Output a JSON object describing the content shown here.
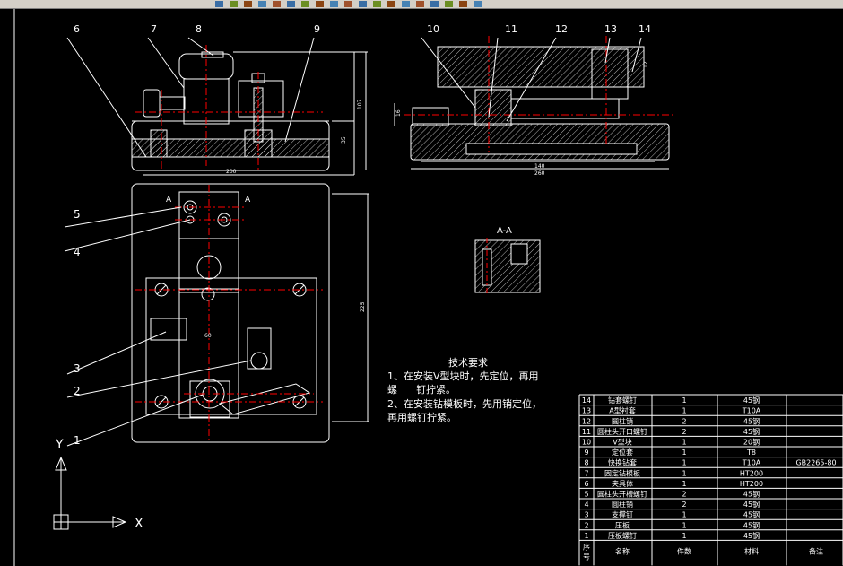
{
  "toolbar": {
    "icons": [
      "open-icon",
      "save-icon",
      "print-icon",
      "preview-icon",
      "cut-icon",
      "copy-icon",
      "paste-icon",
      "undo-icon",
      "redo-icon",
      "pan-icon",
      "zoom-icon",
      "zoom-window-icon",
      "text-style-icon",
      "layer-icon",
      "properties-icon",
      "table-icon",
      "color-icon",
      "linetype-icon",
      "lineweight-icon"
    ]
  },
  "callouts": [
    "1",
    "2",
    "3",
    "4",
    "5",
    "6",
    "7",
    "8",
    "9",
    "10",
    "11",
    "12",
    "13",
    "14"
  ],
  "dimensions": {
    "d1": "200",
    "d2": "140",
    "d3": "260",
    "d4": "107",
    "d5": "35",
    "d6": "225",
    "d7": "16",
    "d8": "60",
    "d9": "12"
  },
  "section_labels": {
    "a_left": "A",
    "a_right": "A",
    "section": "A-A"
  },
  "axis": {
    "x": "X",
    "y": "Y"
  },
  "tech": {
    "title": "技术要求",
    "line1": "1、在安装V型块时，先定位，再用",
    "line2": "螺      钉拧紧。",
    "line3": "2、在安装钻模板时，先用销定位，",
    "line4": "再用螺钉拧紧。"
  },
  "bom": {
    "headers": {
      "no": "序号",
      "name": "名称",
      "qty": "件数",
      "material": "材料",
      "remark": "备注"
    },
    "rows": [
      {
        "no": "14",
        "name": "钻套螺钉",
        "qty": "1",
        "material": "45钢",
        "remark": ""
      },
      {
        "no": "13",
        "name": "A型衬套",
        "qty": "1",
        "material": "T10A",
        "remark": ""
      },
      {
        "no": "12",
        "name": "圆柱销",
        "qty": "2",
        "material": "45钢",
        "remark": ""
      },
      {
        "no": "11",
        "name": "圆柱头开口螺钉",
        "qty": "2",
        "material": "45钢",
        "remark": ""
      },
      {
        "no": "10",
        "name": "V型块",
        "qty": "1",
        "material": "20钢",
        "remark": ""
      },
      {
        "no": "9",
        "name": "定位套",
        "qty": "1",
        "material": "T8",
        "remark": ""
      },
      {
        "no": "8",
        "name": "快换钻套",
        "qty": "1",
        "material": "T10A",
        "remark": "GB2265-80"
      },
      {
        "no": "7",
        "name": "固定钻模板",
        "qty": "1",
        "material": "HT200",
        "remark": ""
      },
      {
        "no": "6",
        "name": "夹具体",
        "qty": "1",
        "material": "HT200",
        "remark": ""
      },
      {
        "no": "5",
        "name": "圆柱头开槽螺钉",
        "qty": "2",
        "material": "45钢",
        "remark": ""
      },
      {
        "no": "4",
        "name": "圆柱销",
        "qty": "2",
        "material": "45钢",
        "remark": ""
      },
      {
        "no": "3",
        "name": "支撑钉",
        "qty": "1",
        "material": "45钢",
        "remark": ""
      },
      {
        "no": "2",
        "name": "压板",
        "qty": "1",
        "material": "45钢",
        "remark": ""
      },
      {
        "no": "1",
        "name": "压板螺钉",
        "qty": "1",
        "material": "45钢",
        "remark": ""
      }
    ]
  },
  "colors": {
    "background": "#000000",
    "line": "#ffffff",
    "center": "#ff0000",
    "axis": "#ffffff",
    "toolbar": "#d4d0c8"
  }
}
